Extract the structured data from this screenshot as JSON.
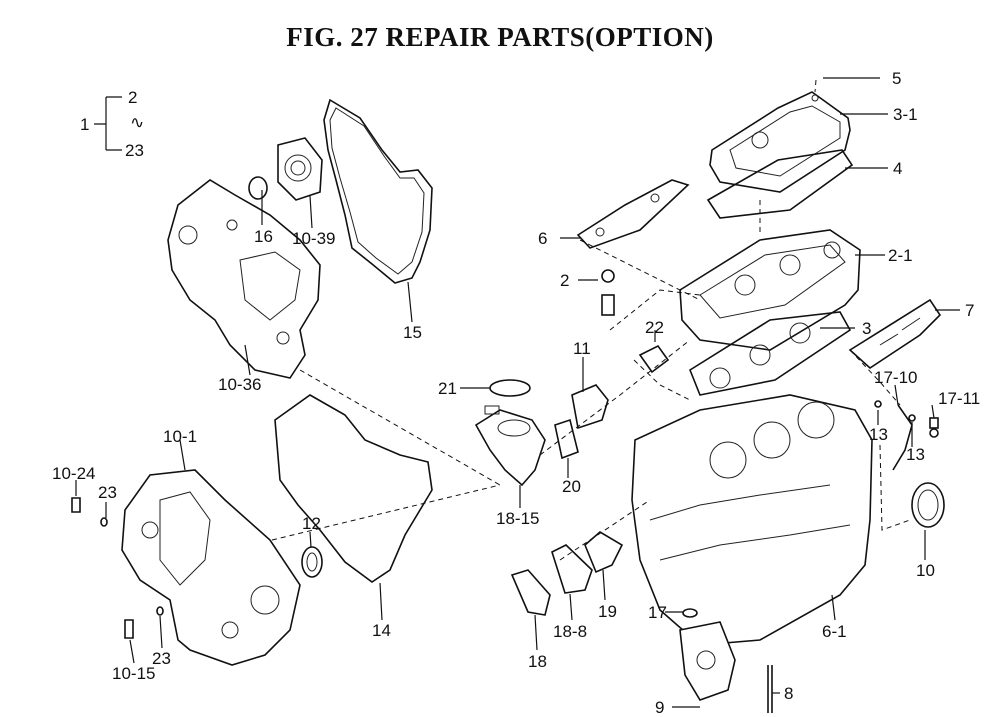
{
  "title": "FIG. 27  REPAIR PARTS(OPTION)",
  "bracket": {
    "parent": "1",
    "from": "2",
    "sep": "∿",
    "to": "23"
  },
  "labels": {
    "p5": "5",
    "p3_1": "3-1",
    "p4": "4",
    "p2_1": "2-1",
    "p6": "6",
    "p2": "2",
    "p7": "7",
    "p3": "3",
    "p22": "22",
    "p11": "11",
    "p21": "21",
    "p17_10": "17-10",
    "p17_11": "17-11",
    "p13a": "13",
    "p13b": "13",
    "p20": "20",
    "p18_15": "18-15",
    "p10": "10",
    "p16": "16",
    "p10_39": "10-39",
    "p15": "15",
    "p10_36": "10-36",
    "p10_1": "10-1",
    "p10_24": "10-24",
    "p23a": "23",
    "p12": "12",
    "p14": "14",
    "p10_15": "10-15",
    "p23b": "23",
    "p19": "19",
    "p18_8": "18-8",
    "p18": "18",
    "p17": "17",
    "p6_1": "6-1",
    "p9": "9",
    "p8": "8"
  }
}
